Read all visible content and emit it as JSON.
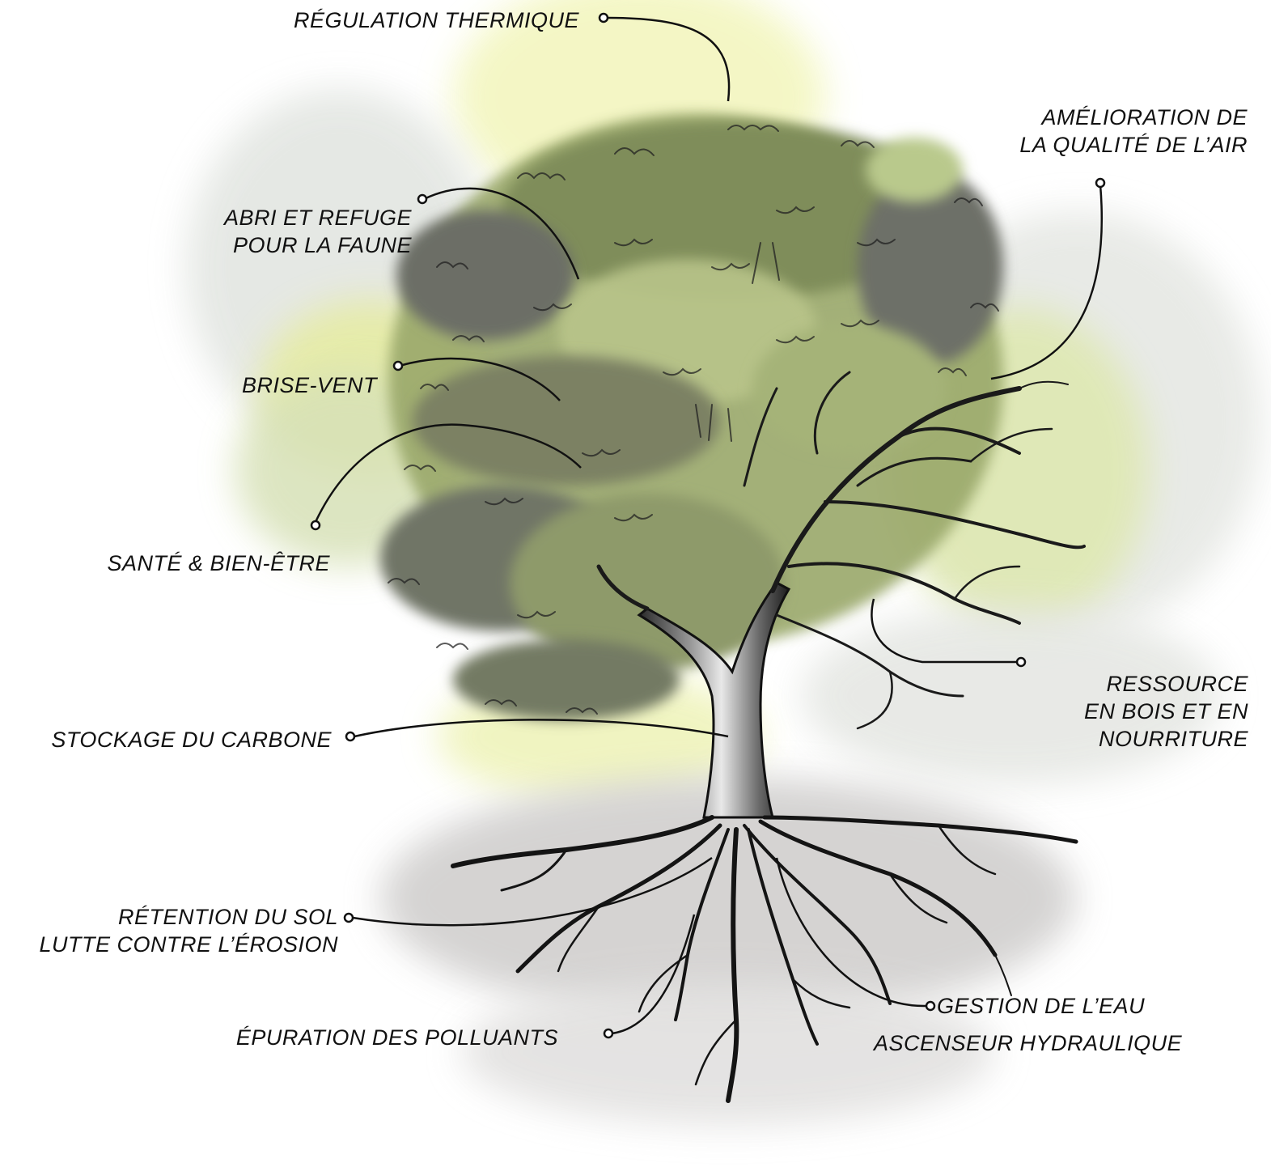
{
  "colors": {
    "wash_yellow": "#eef3a8",
    "wash_green": "#c8d98a",
    "wash_grey": "#d7d7d7",
    "canopy_dark": "#5f6a4a",
    "canopy_mid": "#8a9a5e",
    "canopy_light": "#b3c27a",
    "bark": "#1a1a1a",
    "line": "#111111"
  },
  "labels": {
    "regulation": "RÉGULATION THERMIQUE",
    "air_line1": "AMÉLIORATION DE",
    "air_line2": "LA QUALITÉ DE L’AIR",
    "abri_line1": "ABRI ET REFUGE",
    "abri_line2": "POUR LA FAUNE",
    "brise": "BRISE-VENT",
    "sante": "SANTÉ & BIEN-ÊTRE",
    "ressource_line1": "RESSOURCE",
    "ressource_line2": "EN BOIS ET EN",
    "ressource_line3": "NOURRITURE",
    "carbone": "STOCKAGE DU CARBONE",
    "retention_line1": "RÉTENTION DU SOL",
    "retention_line2": "LUTTE CONTRE L’ÉROSION",
    "eau_line1": "GESTION DE L’EAU",
    "eau_line2": "ASCENSEUR HYDRAULIQUE",
    "epuration": "ÉPURATION DES POLLUANTS"
  },
  "icons": {
    "tree": "tree-illustration",
    "callout_marker": "circle-marker"
  }
}
